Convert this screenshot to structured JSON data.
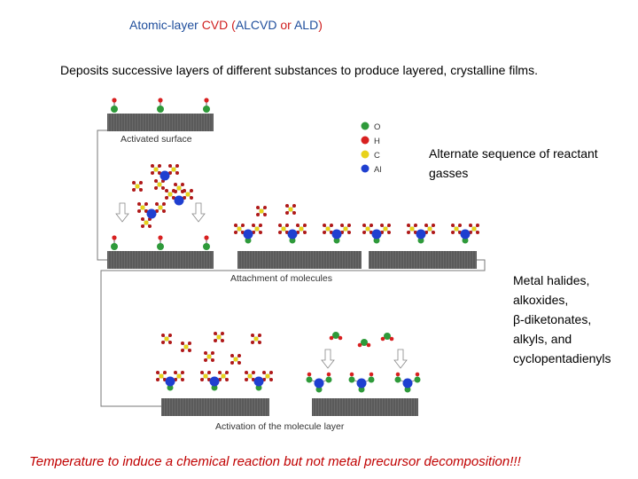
{
  "title": {
    "part1": "Atomic-layer ",
    "part2": "CVD",
    "part3": " (",
    "part4": "ALCVD",
    "part5": " or ",
    "part6": "ALD",
    "part7": ")"
  },
  "subtitle": "Deposits successive layers of different substances to produce layered, crystalline films.",
  "alternate_text": "Alternate sequence of reactant gasses",
  "metal_precursors": [
    "Metal halides,",
    "alkoxides,",
    "β-diketonates,",
    "alkyls, and",
    "cyclopentadienyls"
  ],
  "footer": "Temperature to induce a chemical reaction but not metal precursor decomposition!!!",
  "diagram": {
    "label_activated_surface": "Activated surface",
    "label_attachment": "Attachment of molecules",
    "label_activation": "Activation of the molecule layer",
    "legend": [
      {
        "symbol": "O",
        "color": "#2e9a3a"
      },
      {
        "symbol": "H",
        "color": "#d82020"
      },
      {
        "symbol": "C",
        "color": "#e8d21a"
      },
      {
        "symbol": "Al",
        "color": "#1f3fd0"
      }
    ]
  },
  "colors": {
    "title_blue": "#1f4e9c",
    "title_red": "#d02020",
    "footer_red": "#c00000",
    "substrate": "#6a6a6a"
  }
}
